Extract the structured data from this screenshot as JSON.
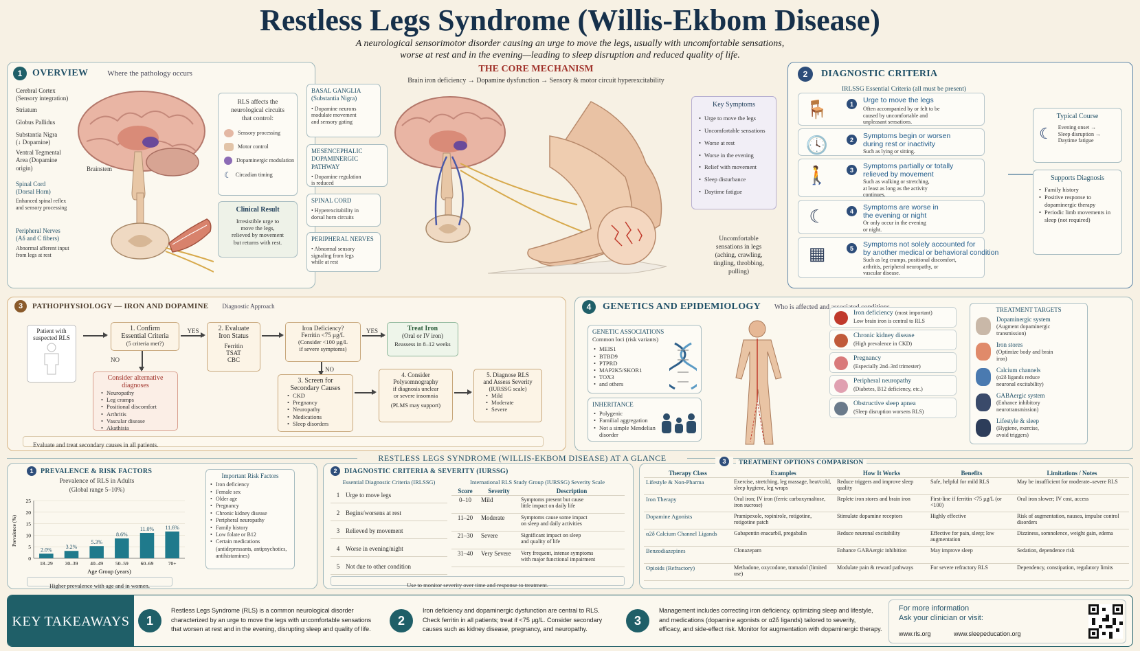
{
  "header": {
    "title": "Restless Legs Syndrome (Willis-Ekbom Disease)",
    "subtitle1": "A neurological sensorimotor disorder causing an urge to move the legs, usually with uncomfortable sensations,",
    "subtitle2": "worse at rest and in the evening—leading to sleep disruption and reduced quality of life."
  },
  "overview": {
    "num": "1",
    "title": "OVERVIEW",
    "sub": "Where the pathology occurs",
    "labels": {
      "cortex1": "Cerebral Cortex",
      "cortex2": "(Sensory integration)",
      "striatum": "Striatum",
      "pallidus": "Globus Pallidus",
      "nigra1": "Substantia Nigra",
      "nigra2": "(↓ Dopamine)",
      "vta1": "Ventral Tegmental",
      "vta2": "Area (Dopamine",
      "vta3": "origin)",
      "brainstem": "Brainstem",
      "cord1": "Spinal Cord",
      "cord2": "(Dorsal Horn)",
      "cordd1": "Enhanced spinal reflex",
      "cordd2": "and sensory processing",
      "nerve1": "Peripheral Nerves",
      "nerve2": "(Aδ and C fibers)",
      "nerved1": "Abnormal afferent input",
      "nerved2": "from legs at rest"
    },
    "affects": {
      "t1": "RLS affects the",
      "t2": "neurological circuits",
      "t3": "that control:",
      "items": [
        "Sensory processing",
        "Motor control",
        "Dopaminergic modulation",
        "Circadian timing"
      ]
    },
    "clinical": {
      "title": "Clinical Result",
      "l1": "Irresistible urge to",
      "l2": "move the legs,",
      "l3": "relieved by movement",
      "l4": "but returns with rest."
    }
  },
  "core": {
    "title": "THE CORE MECHANISM",
    "sub": "Brain iron deficiency → Dopamine dysfunction → Sensory & motor circuit hyperexcitability",
    "basal": {
      "t1": "BASAL GANGLIA",
      "t2": "(Substantia Nigra)",
      "d1": "• Dopamine neurons",
      "d2": "modulate movement",
      "d3": "and sensory gating"
    },
    "meso": {
      "t1": "MESENCEPHALIC",
      "t2": "DOPAMINERGIC PATHWAY",
      "d1": "• Dopamine regulation",
      "d2": "is reduced"
    },
    "spinal": {
      "t1": "SPINAL CORD",
      "d1": "• Hyperexcitability in",
      "d2": "dorsal horn circuits"
    },
    "periph": {
      "t1": "PERIPHERAL NERVES",
      "d1": "• Abnormal sensory",
      "d2": "signaling from legs",
      "d3": "while at rest"
    },
    "symptoms": {
      "title": "Key Symptoms",
      "items": [
        "Urge to move the legs",
        "Uncomfortable sensations",
        "Worse at rest",
        "Worse in the evening",
        "Relief with movement",
        "Sleep disturbance",
        "Daytime fatigue"
      ]
    },
    "sens": {
      "l1": "Uncomfortable",
      "l2": "sensations in legs",
      "l3": "(aching, crawling,",
      "l4": "tingling, throbbing,",
      "l5": "pulling)"
    }
  },
  "diag": {
    "num": "2",
    "title": "DIAGNOSTIC CRITERIA",
    "sub": "IRLSSG Essential Criteria (all must be present)",
    "items": [
      {
        "n": "1",
        "t": "Urge to move the legs",
        "d1": "Often accompanied by or felt to be",
        "d2": "caused by uncomfortable and",
        "d3": "unpleasant sensations."
      },
      {
        "n": "2",
        "t": "Symptoms begin or worsen",
        "t2": "during rest or inactivity",
        "d1": "Such as lying or sitting."
      },
      {
        "n": "3",
        "t": "Symptoms partially or totally",
        "t2": "relieved by movement",
        "d1": "Such as walking or stretching,",
        "d2": "at least as long as the activity",
        "d3": "continues."
      },
      {
        "n": "4",
        "t": "Symptoms are worse in",
        "t2": "the evening or night",
        "d1": "Or only occur in the evening",
        "d2": "or night."
      },
      {
        "n": "5",
        "t": "Symptoms not solely accounted for",
        "t2": "by another medical or behavioral condition",
        "d1": "Such as leg cramps, positional discomfort,",
        "d2": "arthritis, peripheral neuropathy, or",
        "d3": "vascular disease."
      }
    ],
    "course": {
      "title": "Typical Course",
      "l1": "Evening onset →",
      "l2": "Sleep disruption →",
      "l3": "Daytime fatigue"
    },
    "supports": {
      "title": "Supports Diagnosis",
      "items": [
        "Family history",
        "Positive response to dopaminergic therapy",
        "Periodic limb movements in sleep (not required)"
      ]
    }
  },
  "patho": {
    "num": "3",
    "title": "PATHOPHYSIOLOGY — IRON AND DOPAMINE",
    "sub": "Diagnostic Approach",
    "patient": {
      "l1": "Patient with",
      "l2": "suspected RLS"
    },
    "confirm": {
      "l1": "1. Confirm",
      "l2": "Essential Criteria",
      "l3": "(5 criteria met?)"
    },
    "yes1": "YES",
    "no1": "NO",
    "yes2": "YES",
    "no2": "NO",
    "evaluate": {
      "l1": "2. Evaluate",
      "l2": "Iron Status",
      "items": [
        "Ferritin",
        "TSAT",
        "CBC"
      ]
    },
    "irondef": {
      "l1": "Iron Deficiency?",
      "l2": "Ferritin <75 µg/L",
      "l3": "(Consider <100 µg/L",
      "l4": "if severe symptoms)"
    },
    "treat": {
      "l1": "Treat Iron",
      "l2": "(Oral or IV iron)",
      "l3": "Reassess in 8–12 weeks"
    },
    "alt": {
      "title1": "Consider alternative",
      "title2": "diagnoses",
      "items": [
        "Neuropathy",
        "Leg cramps",
        "Positional discomfort",
        "Arthritis",
        "Vascular disease",
        "Akathisia"
      ]
    },
    "screen": {
      "l1": "3. Screen for",
      "l2": "Secondary Causes",
      "items": [
        "CKD",
        "Pregnancy",
        "Neuropathy",
        "Medications",
        "Sleep disorders"
      ]
    },
    "psg": {
      "l1": "4. Consider",
      "l2": "Polysomnography",
      "l3": "if diagnosis unclear",
      "l4": "or severe insomnia",
      "l5": "(PLMS may support)"
    },
    "severity": {
      "l1": "5. Diagnose RLS",
      "l2": "and Assess Severity",
      "l3": "(IURSSG scale)",
      "items": [
        "Mild",
        "Moderate",
        "Severe"
      ]
    },
    "foot": "Evaluate and treat secondary causes in all patients."
  },
  "genetics": {
    "num": "4",
    "title": "GENETICS AND EPIDEMIOLOGY",
    "sub": "Who is affected and associated conditions",
    "assoc": {
      "title": "GENETIC ASSOCIATIONS",
      "sub": "Common loci (risk variants)",
      "items": [
        "MEIS1",
        "BTBD9",
        "PTPRD",
        "MAP2K5/SKOR1",
        "TOX3",
        "and others"
      ]
    },
    "inherit": {
      "title": "INHERITANCE",
      "items": [
        "Polygenic",
        "Familial aggregation",
        "Not a simple Mendelian disorder"
      ]
    },
    "conds": [
      {
        "t": "Iron deficiency",
        "tt": "(most important)",
        "d": "Low brain iron is central to RLS"
      },
      {
        "t": "Chronic kidney disease",
        "d": "(High prevalence in CKD)"
      },
      {
        "t": "Pregnancy",
        "d": "(Especially 2nd–3rd trimester)"
      },
      {
        "t": "Peripheral neuropathy",
        "d": "(Diabetes, B12 deficiency, etc.)"
      },
      {
        "t": "Obstructive sleep apnea",
        "d": "(Sleep disruption worsens RLS)"
      }
    ],
    "targets": {
      "title": "TREATMENT TARGETS",
      "items": [
        {
          "t": "Dopaminergic system",
          "d1": "(Augment dopaminergic",
          "d2": "transmission)"
        },
        {
          "t": "Iron stores",
          "d1": "(Optimize body and brain",
          "d2": "iron)"
        },
        {
          "t": "Calcium channels",
          "d1": "(α2δ ligands reduce",
          "d2": "neuronal excitability)"
        },
        {
          "t": "GABAergic system",
          "d1": "(Enhance inhibitory",
          "d2": "neurotransmission)"
        },
        {
          "t": "Lifestyle & sleep",
          "d1": "(Hygiene, exercise,",
          "d2": "avoid triggers)"
        }
      ]
    }
  },
  "glance": {
    "title": "RESTLESS LEGS SYNDROME (WILLIS-EKBOM DISEASE) AT A GLANCE",
    "prev": {
      "num": "1",
      "title": "PREVALENCE & RISK FACTORS",
      "sub1": "Prevalence of RLS in Adults",
      "sub2": "(Global range 5–10%)",
      "foot": "Higher prevalence with age and in women."
    },
    "risk": {
      "title": "Important Risk Factors",
      "items": [
        "Iron deficiency",
        "Female sex",
        "Older age",
        "Pregnancy",
        "Chronic kidney disease",
        "Peripheral neuropathy",
        "Family history",
        "Low folate or B12",
        "Certain medications (antidepressants, antipsychotics, antihistamines)"
      ]
    },
    "crit": {
      "num": "2",
      "title": "DIAGNOSTIC CRITERIA & SEVERITY (IURSSG)",
      "lh": "Essential Diagnostic Criteria (IRLSSG)",
      "rh": "International RLS Study Group (IURSSG) Severity Scale",
      "rows": [
        {
          "n": "1",
          "t": "Urge to move legs"
        },
        {
          "n": "2",
          "t": "Begins/worsens at rest"
        },
        {
          "n": "3",
          "t": "Relieved by movement"
        },
        {
          "n": "4",
          "t": "Worse in evening/night"
        },
        {
          "n": "5",
          "t": "Not due to other condition"
        }
      ],
      "cols": [
        "Score",
        "Severity",
        "Description"
      ],
      "sev": [
        {
          "s": "0–10",
          "v": "Mild",
          "d1": "Symptoms present but cause",
          "d2": "little impact on daily life"
        },
        {
          "s": "11–20",
          "v": "Moderate",
          "d1": "Symptoms cause some impact",
          "d2": "on sleep and daily activities"
        },
        {
          "s": "21–30",
          "v": "Severe",
          "d1": "Significant impact on sleep",
          "d2": "and quality of life"
        },
        {
          "s": "31–40",
          "v": "Very Severe",
          "d1": "Very frequent, intense symptoms",
          "d2": "with major functional impairment"
        }
      ],
      "foot": "Use to monitor severity over time and response to treatment."
    },
    "treat": {
      "num": "3",
      "title": "TREATMENT OPTIONS COMPARISON",
      "cols": [
        "Therapy Class",
        "Examples",
        "How It Works",
        "Benefits",
        "Limitations / Notes"
      ],
      "rows": [
        [
          "Lifestyle & Non-Pharma",
          "Exercise, stretching, leg massage, heat/cold, sleep hygiene, leg wraps",
          "Reduce triggers and improve sleep quality",
          "Safe, helpful for mild RLS",
          "May be insufficient for moderate–severe RLS"
        ],
        [
          "Iron Therapy",
          "Oral iron; IV iron (ferric carboxymaltose, iron sucrose)",
          "Replete iron stores and brain iron",
          "First-line if ferritin <75 µg/L (or <100)",
          "Oral iron slower; IV cost, access"
        ],
        [
          "Dopamine Agonists",
          "Pramipexole, ropinirole, rotigotine, rotigotine patch",
          "Stimulate dopamine receptors",
          "Highly effective",
          "Risk of augmentation, nausea, impulse control disorders"
        ],
        [
          "α2δ Calcium Channel Ligands",
          "Gabapentin enacarbil, pregabalin",
          "Reduce neuronal excitability",
          "Effective for pain, sleep; low augmentation",
          "Dizziness, somnolence, weight gain, edema"
        ],
        [
          "Benzodiazepines",
          "Clonazepam",
          "Enhance GABAergic inhibition",
          "May improve sleep",
          "Sedation, dependence risk"
        ],
        [
          "Opioids (Refractory)",
          "Methadone, oxycodone, tramadol (limited use)",
          "Modulate pain & reward pathways",
          "For severe refractory RLS",
          "Dependency, constipation, regulatory limits"
        ]
      ]
    }
  },
  "chart_data": {
    "type": "bar",
    "title": "Prevalence of RLS in Adults",
    "xlabel": "Age Group (years)",
    "ylabel": "Prevalence (%)",
    "categories": [
      "18–29",
      "30–39",
      "40–49",
      "50–59",
      "60–69",
      "70+"
    ],
    "values": [
      2.0,
      3.2,
      5.3,
      8.6,
      11.0,
      11.6
    ],
    "data_labels": [
      "2.0%",
      "3.2%",
      "5.3%",
      "8.6%",
      "11.0%",
      "11.6%"
    ],
    "ylim": [
      0,
      25
    ],
    "yticks": [
      "0",
      "5",
      "10",
      "15",
      "20",
      "25"
    ],
    "color": "#1f7a8c"
  },
  "takeaways": {
    "title": "KEY TAKEAWAYS",
    "items": [
      {
        "n": "1",
        "l1": "Restless Legs Syndrome (RLS) is a common neurological disorder",
        "l2": "characterized by an urge to move the legs with uncomfortable sensations",
        "l3": "that worsen at rest and in the evening, disrupting sleep and quality of life."
      },
      {
        "n": "2",
        "l1": "Iron deficiency and dopaminergic dysfunction are central to RLS.",
        "l2": "Check ferritin in all patients; treat if <75 µg/L. Consider secondary",
        "l3": "causes such as kidney disease, pregnancy, and neuropathy."
      },
      {
        "n": "3",
        "l1": "Management includes correcting iron deficiency, optimizing sleep and lifestyle,",
        "l2": "and medications (dopamine agonists or α2δ ligands) tailored to severity,",
        "l3": "efficacy, and side-effect risk. Monitor for augmentation with dopaminergic therapy."
      }
    ],
    "info": {
      "l1": "For more information",
      "l2": "Ask your clinician or visit:",
      "u1": "www.rls.org",
      "u2": "www.sleepeducation.org"
    }
  },
  "colors": {
    "teal": "#1f5f68",
    "navy": "#1c3b57",
    "accent": "#a0322a",
    "bg": "#f7f1e4"
  }
}
